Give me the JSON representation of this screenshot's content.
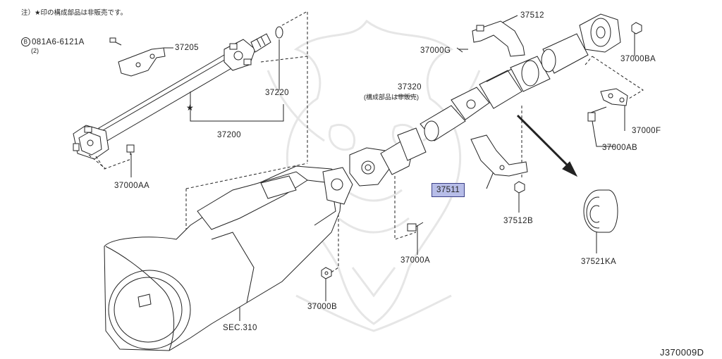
{
  "note": "注）★印の構成部品は非販売です。",
  "star_symbol": "★",
  "labels": {
    "bolt_circle": "B",
    "bolt_code": "081A6-6121A",
    "bolt_qty": "(2)",
    "p37205": "37205",
    "p37220": "37220",
    "p37200": "37200",
    "p37000AA": "37000AA",
    "p37512": "37512",
    "p37000G": "37000G",
    "p37000BA": "37000BA",
    "p37320": "37320",
    "p37320_note": "(構成部品は非販売)",
    "p37000F": "37000F",
    "p37000AB": "37000AB",
    "p37511": "37511",
    "p37512B": "37512B",
    "p37000A": "37000A",
    "p37000B": "37000B",
    "p37521KA": "37521KA",
    "sec310": "SEC.310"
  },
  "diagram_id": "J370009D",
  "colors": {
    "line": "#222222",
    "highlight_bg": "#b7bde8",
    "highlight_border": "#3a3f86",
    "watermark": "#e6e6e6"
  },
  "icons": {
    "arrow": "down-right-arrow",
    "watermark": "samurai-helmet-watermark"
  }
}
